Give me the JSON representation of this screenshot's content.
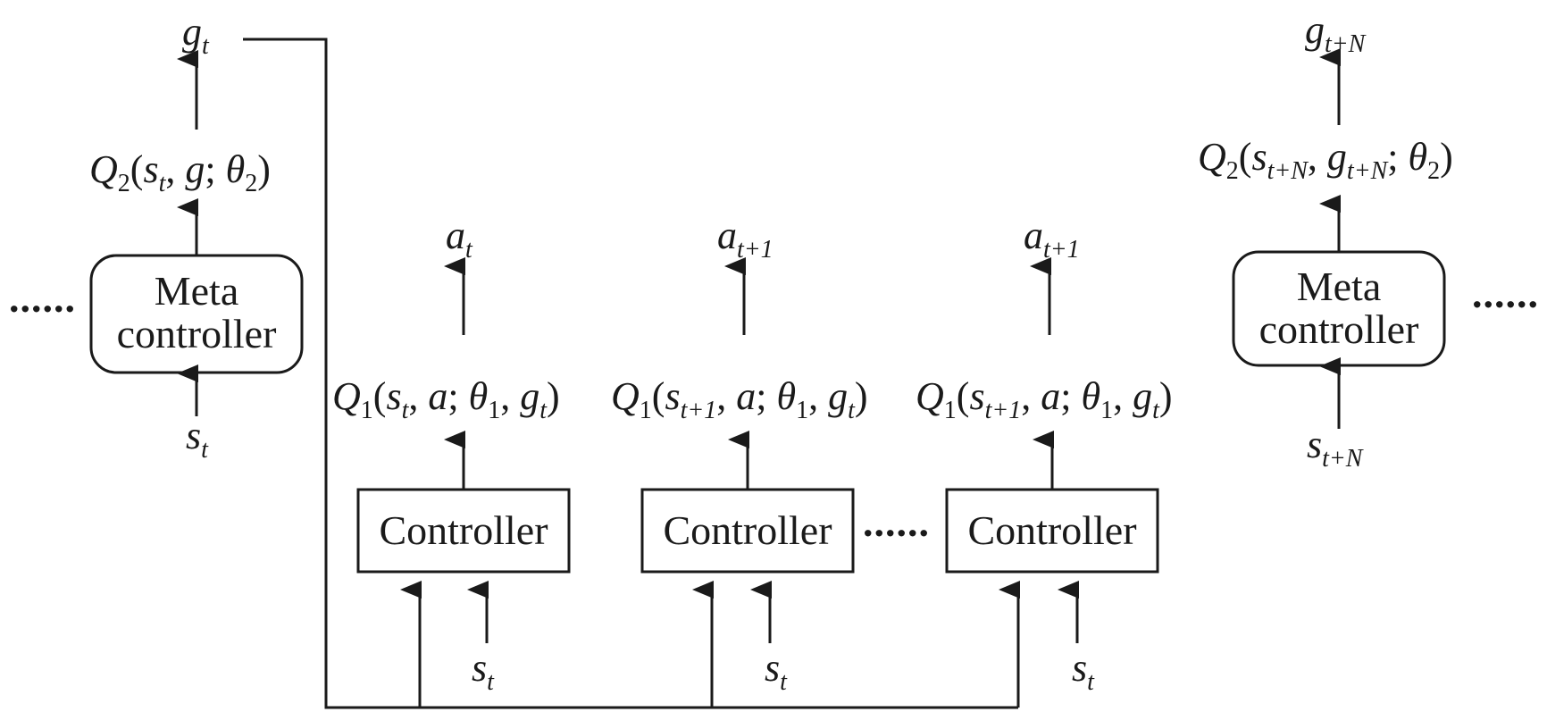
{
  "meta_left": {
    "label_line1": "Meta",
    "label_line2": "controller",
    "input": {
      "base": "s",
      "sub": "t"
    },
    "q": {
      "text": "Q",
      "sub": "2",
      "args": [
        "(",
        "s",
        "t",
        ", ",
        "g",
        "; ",
        "θ",
        "2",
        ")"
      ]
    },
    "output": {
      "base": "g",
      "sub": "t"
    }
  },
  "meta_right": {
    "label_line1": "Meta",
    "label_line2": "controller",
    "input": {
      "base": "s",
      "sub": "t+N"
    },
    "output": {
      "base": "g",
      "sub": "t+N"
    }
  },
  "controllers": [
    {
      "label": "Controller",
      "action": {
        "base": "a",
        "sub": "t"
      },
      "state": {
        "base": "s",
        "sub": "t"
      }
    },
    {
      "label": "Controller",
      "action": {
        "base": "a",
        "sub": "t+1"
      },
      "state": {
        "base": "s",
        "sub": "t"
      }
    },
    {
      "label": "Controller",
      "action": {
        "base": "a",
        "sub": "t+1"
      },
      "state": {
        "base": "s",
        "sub": "t"
      }
    }
  ],
  "ellipsis": "......"
}
